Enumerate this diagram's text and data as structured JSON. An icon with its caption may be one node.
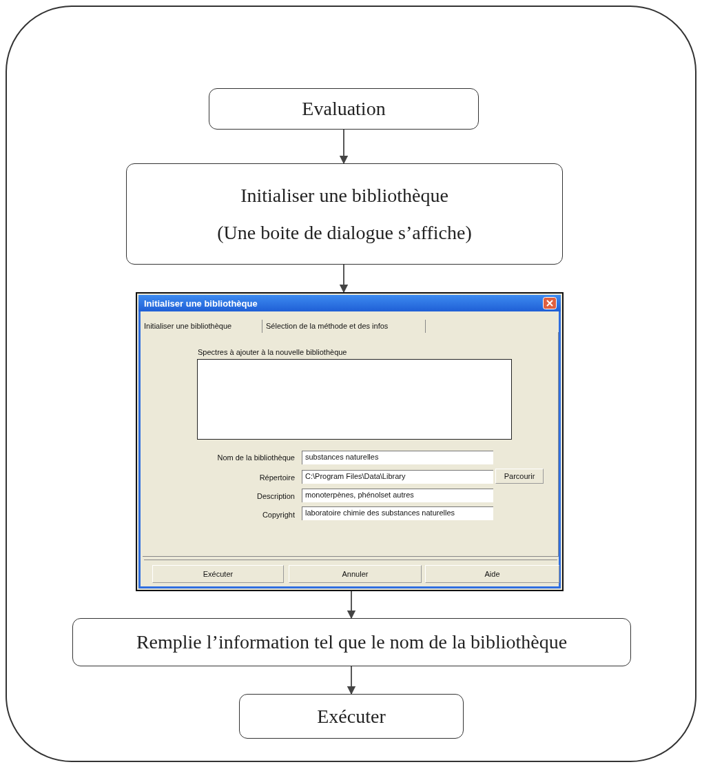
{
  "diagram": {
    "nodes": [
      {
        "text": [
          "Evaluation"
        ]
      },
      {
        "text": [
          "Initialiser une bibliothèque",
          "(Une boite de dialogue s’affiche)"
        ]
      },
      {
        "text": [
          "Initialiser une bibliothèque"
        ]
      },
      {
        "text": [
          "Remplie l’information tel que le nom de la bibliothèque"
        ]
      },
      {
        "text": [
          "Exécuter"
        ]
      }
    ],
    "edges": [
      {
        "from": 0,
        "to": 1,
        "arrow": "to"
      },
      {
        "from": 1,
        "to": 2,
        "arrow": "to"
      },
      {
        "from": 2,
        "to": 3,
        "arrow": "to"
      },
      {
        "from": 3,
        "to": 4,
        "arrow": "to"
      }
    ],
    "labels": [
      "Initialiser une bibliothèque",
      "Sélection de la méthode et des infos",
      "Spectres à ajouter à la nouvelle bibliothèque",
      "Nom de la bibliothèque",
      "substances naturelles",
      "Répertoire",
      "C:\\Program Files\\Data\\Library",
      "Parcourir",
      "Description",
      "monoterpènes, phénolset autres",
      "Copyright",
      "laboratoire chimie des substances naturelles",
      "Exécuter",
      "Annuler",
      "Aide"
    ]
  }
}
